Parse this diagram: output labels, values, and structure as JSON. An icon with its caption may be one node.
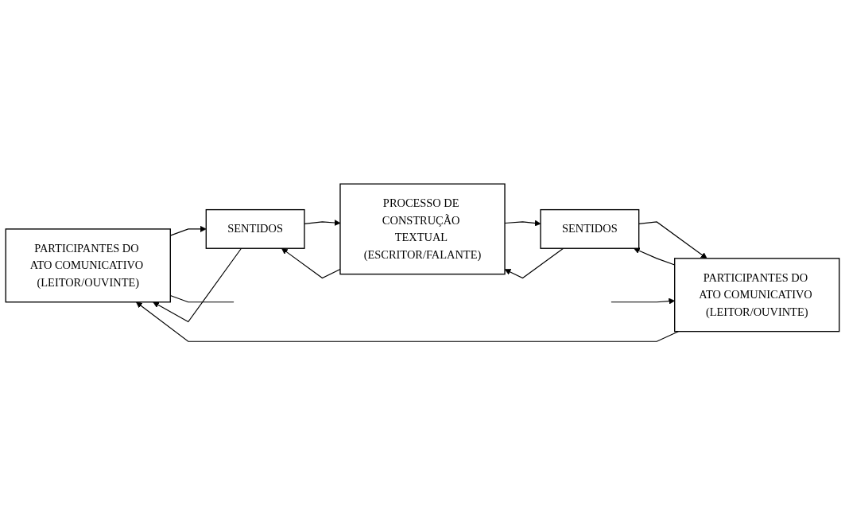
{
  "diagram": {
    "nodes": [
      {
        "text": [
          "PARTICIPANTES DO ATO COMUNICATIVO (LEITOR/OUVINTE)"
        ]
      },
      {
        "text": [
          "SENTIDOS"
        ]
      },
      {
        "text": [
          "PROCESSO DE CONSTRUÇÃO TEXTUAL (ESCRITOR/FALANTE)"
        ]
      },
      {
        "text": [
          "SENTIDOS"
        ]
      },
      {
        "text": [
          "PARTICIPANTES DO ATO COMUNICATIVO (LEITOR/OUVINTE)"
        ]
      }
    ],
    "edges": [
      {
        "from": 4,
        "to": 0,
        "arrow": "to"
      },
      {
        "from": 0,
        "to": 1,
        "arrow": "to"
      },
      {
        "from": 1,
        "to": 0,
        "arrow": "to"
      },
      {
        "from": 1,
        "to": 2,
        "arrow": "to"
      },
      {
        "from": 2,
        "to": 1,
        "arrow": "to"
      },
      {
        "from": 2,
        "to": 3,
        "arrow": "to"
      },
      {
        "from": 3,
        "to": 2,
        "arrow": "to"
      },
      {
        "from": 3,
        "to": 4,
        "arrow": "to"
      },
      {
        "from": 4,
        "to": 3,
        "arrow": "to"
      },
      {
        "from": 0,
        "to": null,
        "arrow": "none"
      },
      {
        "from": null,
        "to": 4,
        "arrow": "to"
      }
    ]
  }
}
